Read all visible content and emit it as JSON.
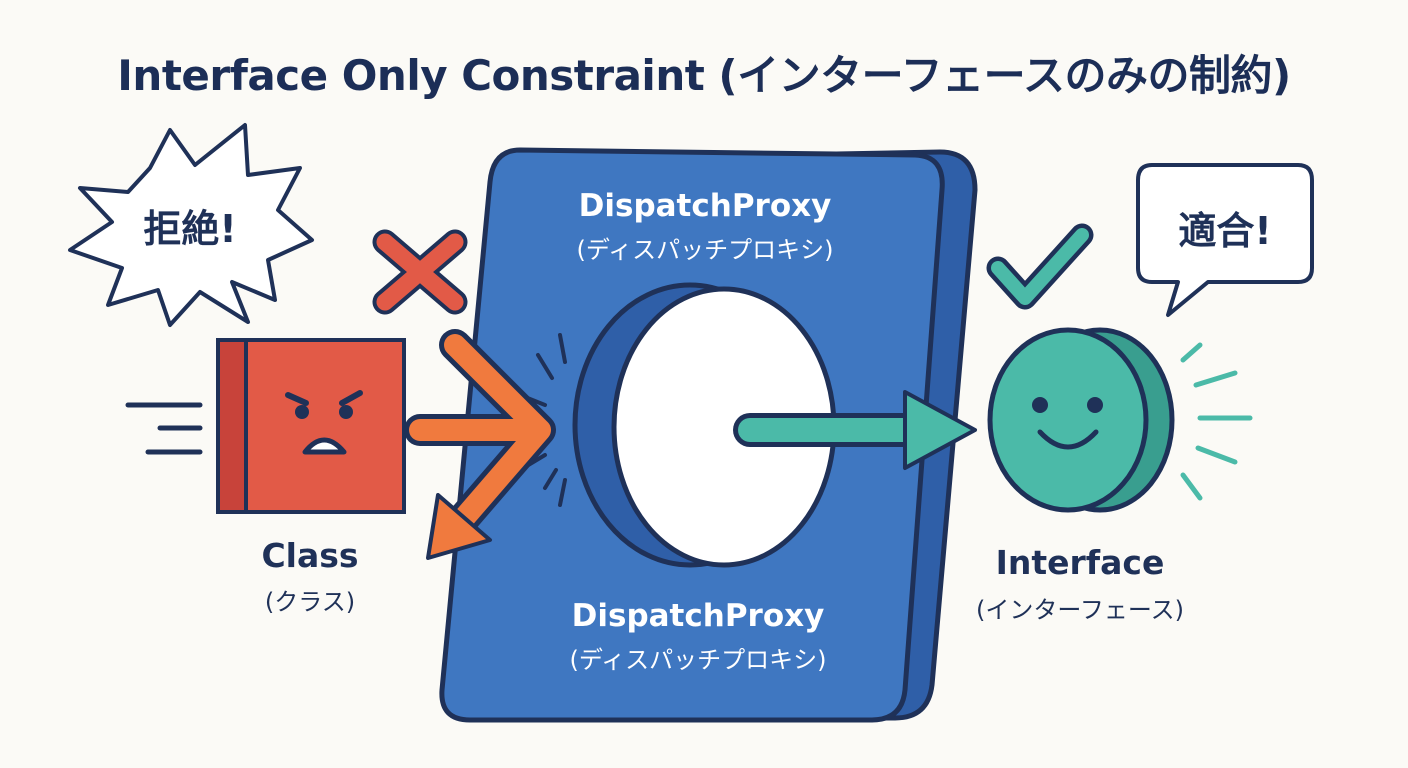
{
  "title": "Interface Only Constraint (インターフェースのみの制約)",
  "proxy": {
    "top_name": "DispatchProxy",
    "top_sub": "(ディスパッチプロキシ)",
    "bottom_name": "DispatchProxy",
    "bottom_sub": "(ディスパッチプロキシ)"
  },
  "class_node": {
    "label": "Class",
    "sub": "(クラス)",
    "bubble": "拒絶!",
    "result_icon": "cross-icon",
    "face_icon": "angry-face-icon"
  },
  "interface_node": {
    "label": "Interface",
    "sub": "(インターフェース)",
    "bubble": "適合!",
    "result_icon": "checkmark-icon",
    "face_icon": "smiley-face-icon"
  },
  "colors": {
    "title": "#1c2e57",
    "outline": "#1f3158",
    "proxy_panel": "#3f77c1",
    "proxy_side": "#2f5fa8",
    "rejected": "#e25a47",
    "rejected_arrow": "#f07a3e",
    "accepted": "#4bbaa8",
    "background": "#fbfaf6"
  }
}
